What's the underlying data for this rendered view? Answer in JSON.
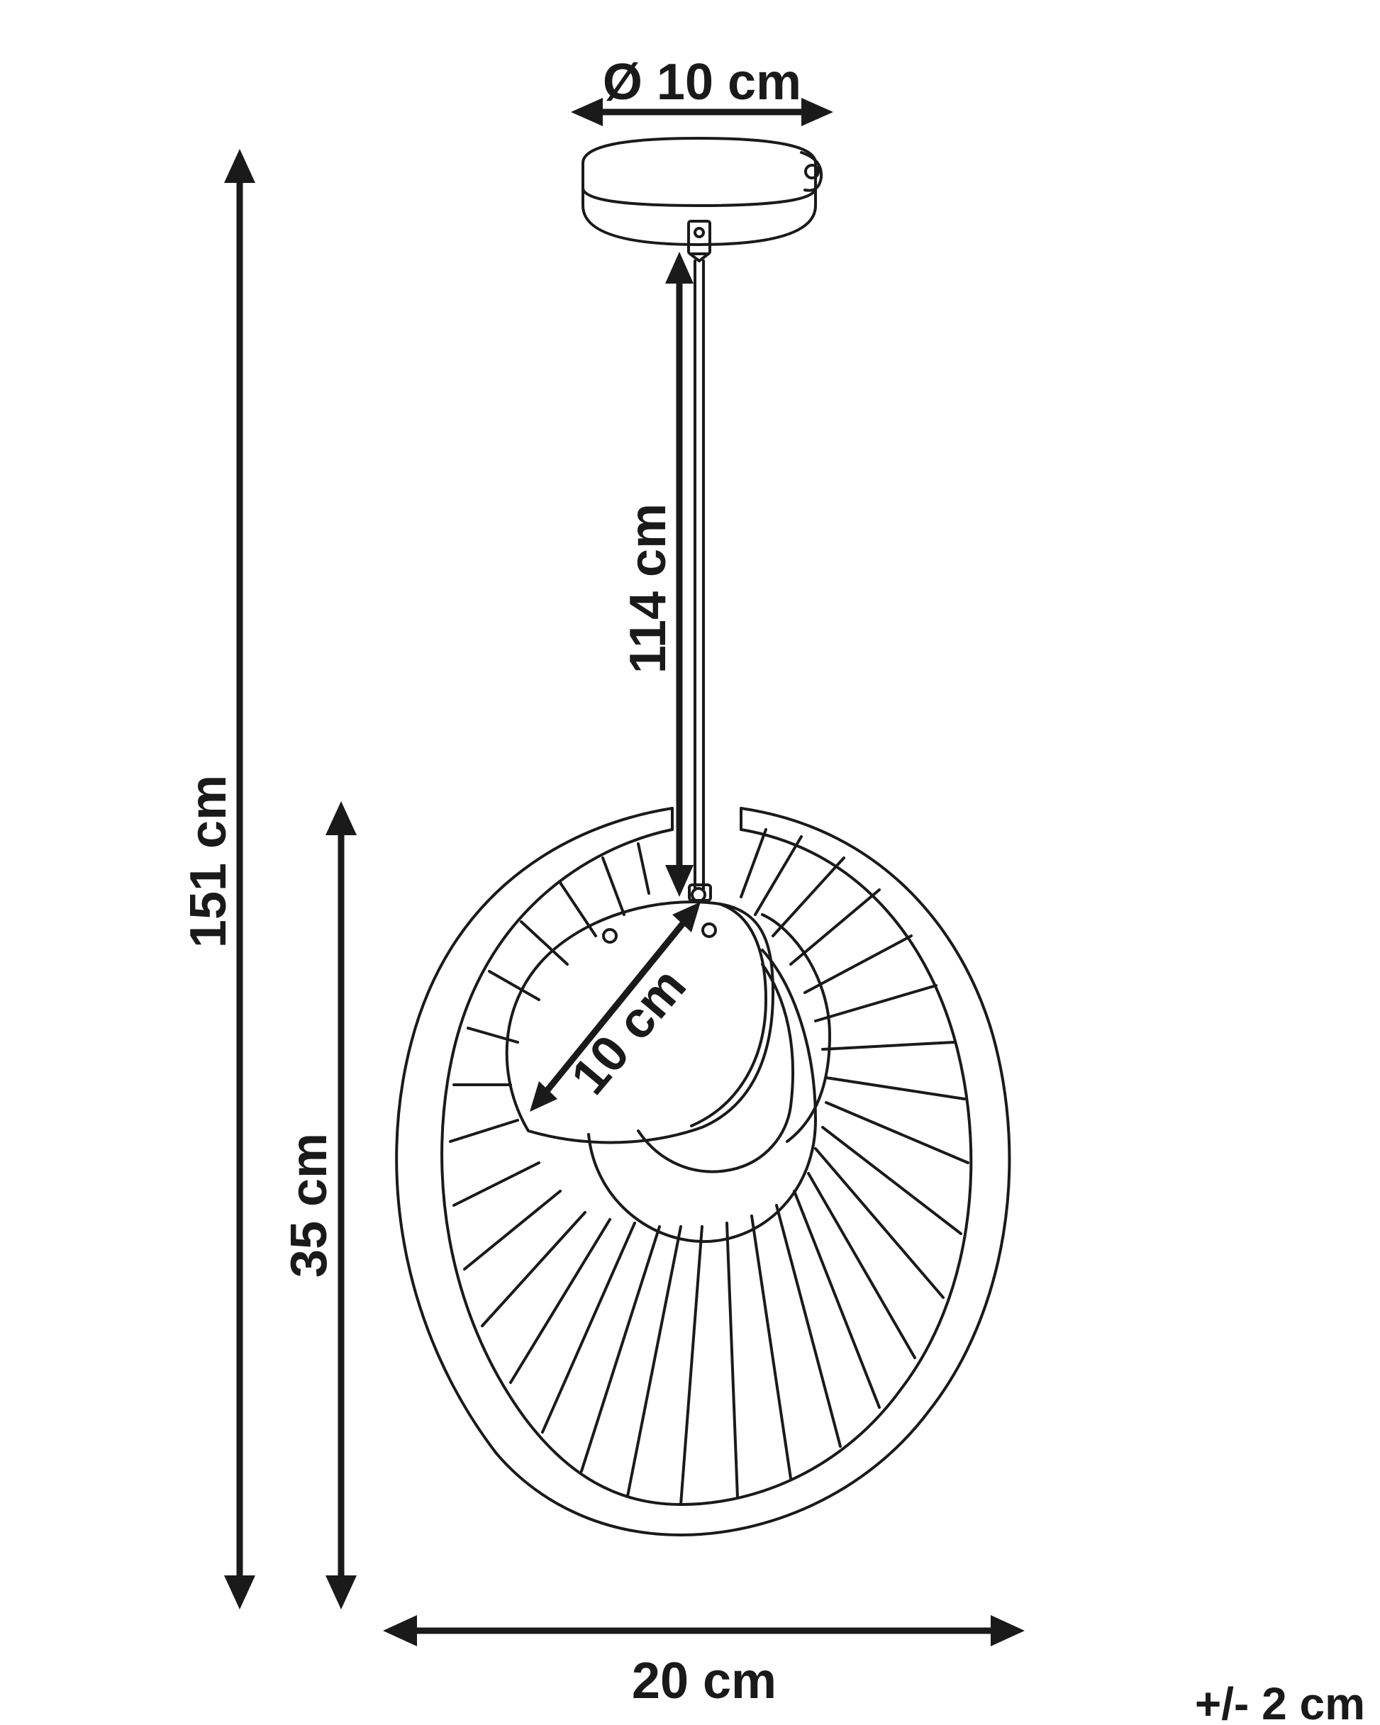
{
  "dimensions": {
    "canopy_diameter": "Ø 10 cm",
    "cable_length": "114 cm",
    "total_height": "151 cm",
    "shade_height": "35 cm",
    "shade_width": "20 cm",
    "socket_diameter": "10 cm",
    "tolerance": "+/- 2 cm"
  },
  "colors": {
    "ink": "#1a1a1a",
    "background": "#ffffff"
  }
}
